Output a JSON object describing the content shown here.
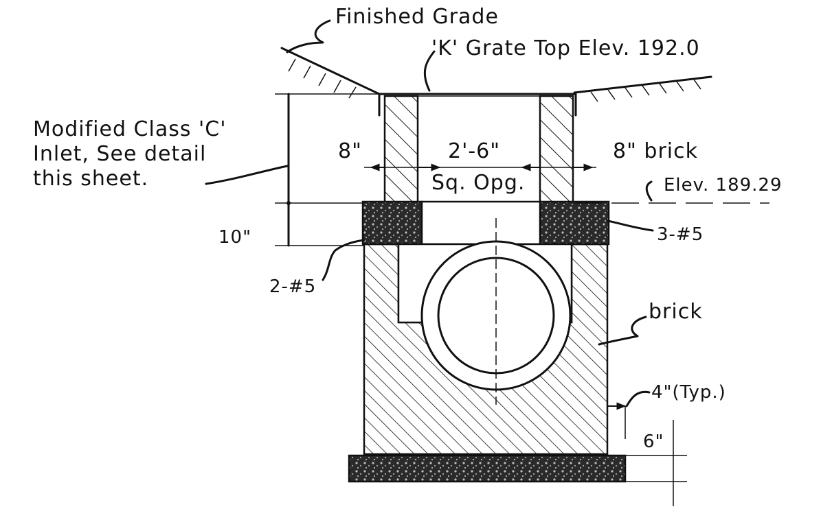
{
  "labels": {
    "finished_grade": "Finished Grade",
    "grate_top": "'K' Grate Top  Elev. 192.0",
    "inlet_line1": "Modified Class 'C'",
    "inlet_line2": "Inlet, See detail",
    "inlet_line3": "this sheet.",
    "dim_left_wall": "8\"",
    "dim_opening": "2'-6\"",
    "opening_note": "Sq. Opg.",
    "dim_right_wall": "8\" brick",
    "elev_lower": "Elev. 189.29",
    "dim_slab": "10\"",
    "bars_right": "3-#5",
    "bars_left": "2-#5",
    "brick": "brick",
    "wall_typ": "4\"(Typ.)",
    "dim_base": "6\""
  },
  "colors": {
    "ink": "#111111",
    "concrete": "#6e6e6e",
    "background": "#ffffff"
  }
}
